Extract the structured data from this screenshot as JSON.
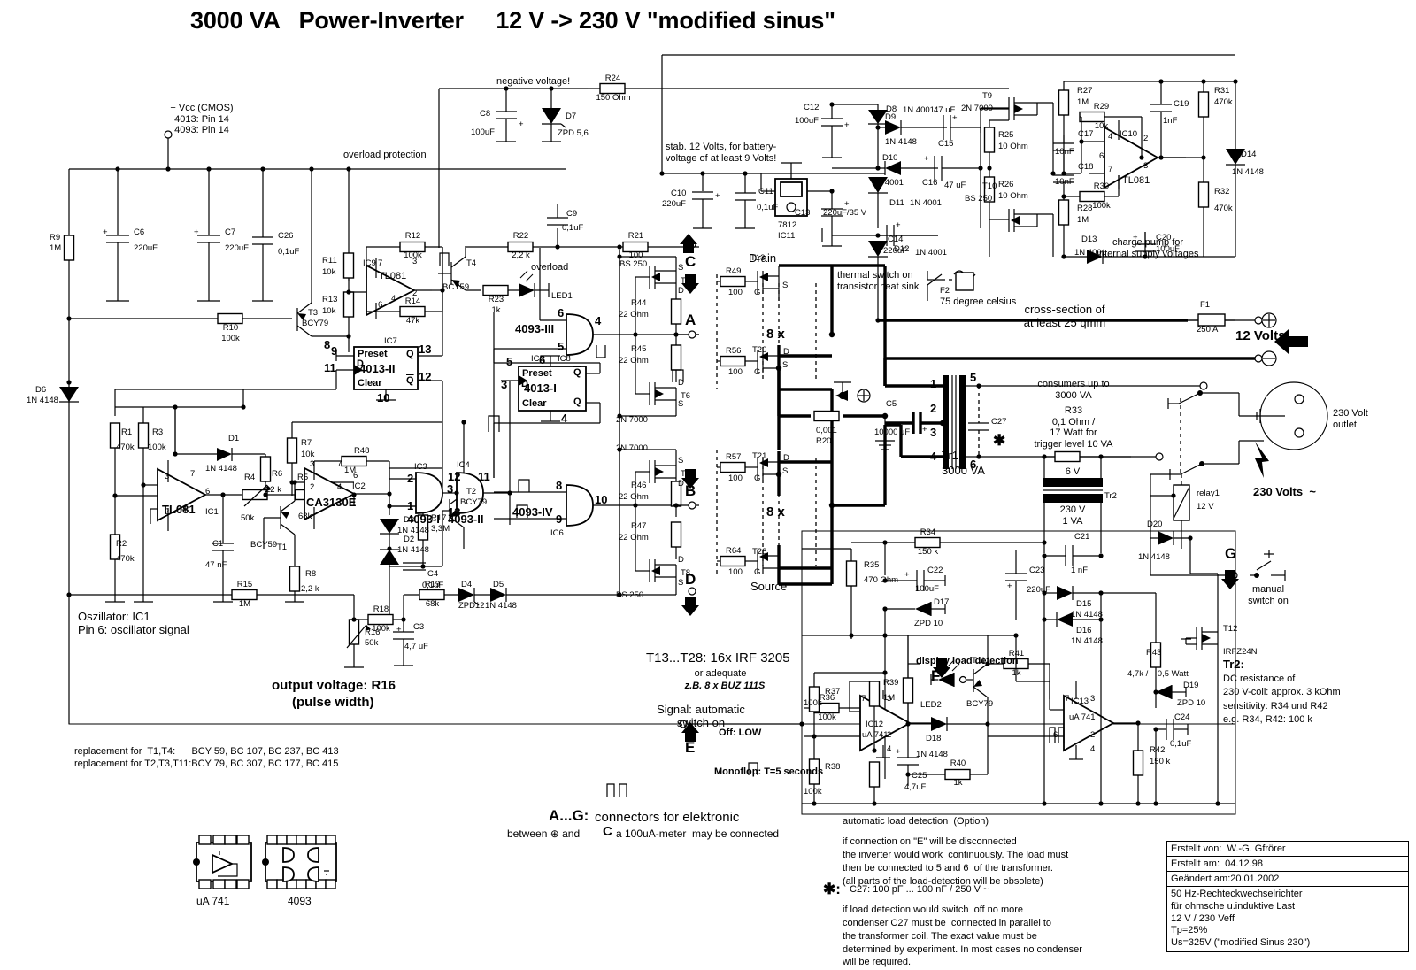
{
  "title": "3000 VA   Power-Inverter     12 V -> 230 V \"modified sinus\"",
  "annotations": {
    "vcc": "+ Vcc (CMOS)\n4013: Pin 14\n4093: Pin 14",
    "overload_protection": "overload protection",
    "negative_voltage": "negative voltage!",
    "stab12": "stab. 12 Volts, for battery-\nvoltage of at least 9 Volts!",
    "thermal_switch": "thermal switch on\ntransistor heat sink",
    "thermal_temp": "75 degree celsius",
    "charge_pump": "charge pump for\ninternal supply voltages",
    "cross_section": "cross-section of\nat least 25 qmm",
    "consumers": "consumers up to\n3000 VA",
    "r33_note": "R33\n0,1 Ohm /\n17 Watt for\ntrigger level 10 VA",
    "outlet": "230 Volt\noutlet",
    "u2": "230 Volts  ~",
    "u1": "12 Volts",
    "mosfets": "T13...T28: 16x IRF 3205",
    "mosfets_alt": "or adequate",
    "mosfets_alt2": "z.B. 8 x BUZ 111S",
    "signal_auto": "Signal: automatic\nswitch on",
    "off_low": "Off: LOW",
    "monoflop": "Monoflop: T=5 seconds",
    "oscillator": "Oszillator: IC1\nPin 6: oscillator signal",
    "output_voltage": "output voltage: R16",
    "pulse_width": "(pulse width)",
    "overload": "overload",
    "display_load": "display load detection",
    "auto_load_detection": "automatic load detection  (Option)",
    "load_note": "if connection on \"E\" will be disconnected\nthe inverter would work  continuously. The load must\nthen be connected to 5 and 6  of the transformer.\n(all parts of the load-detection will be obsolete)",
    "c27_note": "C27: 100 pF ... 100 nF / 250 V ~",
    "c27_note2": "if load detection would switch  off no more\ncondenser C27 must be  connected in parallel to\nthe transformer coil. The exact value must be\ndetermined by experiment. In most cases no condenser\nwill be required.",
    "connectors": "connectors for elektronic",
    "connectors_bold": "A...G:",
    "meter_note": "between ⊕ and",
    "meter_note2": "a 100uA-meter  may be connected",
    "repl1": "replacement for  T1,T4:      BCY 59, BC 107, BC 237, BC 413",
    "repl2": "replacement for T2,T3,T11:BCY 79, BC 307, BC 177, BC 415",
    "tr2_head": "Tr2:",
    "tr2_note": "DC resistance of\n230 V-coil: approx. 3 kOhm\nsensitivity: R34 und R42\ne.g. R34, R42: 100 k",
    "manual_switch": "manual\nswitch on",
    "drain": "Drain",
    "source": "Source",
    "eight_x": "8 x",
    "pkg_741": "uA 741",
    "pkg_4093": "4093"
  },
  "titleblock": {
    "created_by_label": "Erstellt von:",
    "created_by": "W.-G. Gfrörer",
    "created_on_label": "Erstellt am:",
    "created_on": "04.12.98",
    "changed_on_label": "Geändert am:",
    "changed_on": "20.01.2002",
    "description": "50 Hz-Rechteckwechselrichter\nfür ohmsche u.induktive Last\n12 V / 230 Veff\nTp=25%\nUs=325V (\"modified Sinus 230\")"
  },
  "components": {
    "R1": {
      "ref": "R1",
      "val": "470k"
    },
    "R2": {
      "ref": "R2",
      "val": "470k"
    },
    "R3": {
      "ref": "R3",
      "val": "100k"
    },
    "R4": {
      "ref": "R4",
      "val": "50k"
    },
    "R5": {
      "ref": "R5",
      "val": "68k"
    },
    "R6": {
      "ref": "R6",
      "val": "22 k"
    },
    "R7": {
      "ref": "R7",
      "val": "10k"
    },
    "R8": {
      "ref": "R8",
      "val": "2,2 k"
    },
    "R9": {
      "ref": "R9",
      "val": "1M"
    },
    "R10": {
      "ref": "R10",
      "val": "100k"
    },
    "R11": {
      "ref": "R11",
      "val": "10k"
    },
    "R12": {
      "ref": "R12",
      "val": "100k"
    },
    "R13": {
      "ref": "R13",
      "val": "10k"
    },
    "R14": {
      "ref": "R14",
      "val": "47k"
    },
    "R15": {
      "ref": "R15",
      "val": "1M"
    },
    "R16": {
      "ref": "R16",
      "val": "50k"
    },
    "R17": {
      "ref": "R17",
      "val": "3,3M"
    },
    "R18": {
      "ref": "R18",
      "val": "100k"
    },
    "R19": {
      "ref": "R19",
      "val": "68k"
    },
    "R20": {
      "ref": "R20",
      "val": "0,001"
    },
    "R21": {
      "ref": "R21",
      "val": "100"
    },
    "R22": {
      "ref": "R22",
      "val": "2,2 k"
    },
    "R23": {
      "ref": "R23",
      "val": "1k"
    },
    "R24": {
      "ref": "R24",
      "val": "150 Ohm"
    },
    "R25": {
      "ref": "R25",
      "val": "10 Ohm"
    },
    "R26": {
      "ref": "R26",
      "val": "10 Ohm"
    },
    "R27": {
      "ref": "R27",
      "val": "1M"
    },
    "R28": {
      "ref": "R28",
      "val": "1M"
    },
    "R29": {
      "ref": "R29",
      "val": "10k"
    },
    "R30": {
      "ref": "R30",
      "val": "100k"
    },
    "R31": {
      "ref": "R31",
      "val": "470k"
    },
    "R32": {
      "ref": "R32",
      "val": "470k"
    },
    "R34": {
      "ref": "R34",
      "val": "150 k"
    },
    "R35": {
      "ref": "R35",
      "val": "470 Ohm"
    },
    "R36": {
      "ref": "R36",
      "val": "100k"
    },
    "R37": {
      "ref": "R37",
      "val": "100k"
    },
    "R38": {
      "ref": "R38",
      "val": "100k"
    },
    "R39": {
      "ref": "R39",
      "val": "1M"
    },
    "R40": {
      "ref": "R40",
      "val": "1k"
    },
    "R41": {
      "ref": "R41",
      "val": "1k"
    },
    "R42": {
      "ref": "R42",
      "val": "150 k"
    },
    "R43": {
      "ref": "R43",
      "val": "4,7k /    0,5 Watt"
    },
    "R44": {
      "ref": "R44",
      "val": "22 Ohm"
    },
    "R45": {
      "ref": "R45",
      "val": "22 Ohm"
    },
    "R46": {
      "ref": "R46",
      "val": "22 Ohm"
    },
    "R47": {
      "ref": "R47",
      "val": "22 Ohm"
    },
    "R48": {
      "ref": "R48",
      "val": "1M"
    },
    "R49": {
      "ref": "R49",
      "val": "100"
    },
    "R56": {
      "ref": "R56",
      "val": "100"
    },
    "R57": {
      "ref": "R57",
      "val": "100"
    },
    "R64": {
      "ref": "R64",
      "val": "100"
    },
    "C1": {
      "ref": "C1",
      "val": "47 nF"
    },
    "C3": {
      "ref": "C3",
      "val": "4,7 uF"
    },
    "C4": {
      "ref": "C4",
      "val": "0,1uF"
    },
    "C5": {
      "ref": "C5",
      "val": "10000 uF"
    },
    "C6": {
      "ref": "C6",
      "val": "220uF"
    },
    "C7": {
      "ref": "C7",
      "val": "220uF"
    },
    "C8": {
      "ref": "C8",
      "val": "100uF"
    },
    "C9": {
      "ref": "C9",
      "val": "0,1uF"
    },
    "C10": {
      "ref": "C10",
      "val": "220uF"
    },
    "C11": {
      "ref": "C11",
      "val": "0,1uF"
    },
    "C12": {
      "ref": "C12",
      "val": "100uF"
    },
    "C13": {
      "ref": "C13",
      "val": "220uF/35 V"
    },
    "C14": {
      "ref": "C14",
      "val": "220uF"
    },
    "C15": {
      "ref": "C15",
      "val": "47 uF"
    },
    "C16": {
      "ref": "C16",
      "val": "47 uF"
    },
    "C17": {
      "ref": "C17",
      "val": "10nF"
    },
    "C18": {
      "ref": "C18",
      "val": "10nF"
    },
    "C19": {
      "ref": "C19",
      "val": "1nF"
    },
    "C20": {
      "ref": "C20",
      "val": "100uF"
    },
    "C21": {
      "ref": "C21",
      "val": "1 nF"
    },
    "C22": {
      "ref": "C22",
      "val": "100uF"
    },
    "C23": {
      "ref": "C23",
      "val": "220uF"
    },
    "C24": {
      "ref": "C24",
      "val": "0,1uF"
    },
    "C25": {
      "ref": "C25",
      "val": "4,7uF"
    },
    "C26": {
      "ref": "C26",
      "val": "0,1uF"
    },
    "C27": {
      "ref": "C27",
      "val": ""
    },
    "D1": {
      "ref": "D1",
      "val": "1N 4148"
    },
    "D2": {
      "ref": "D2",
      "val": "1N 4148"
    },
    "D3": {
      "ref": "D3",
      "val": "1N 4148"
    },
    "D4": {
      "ref": "D4",
      "val": "ZPD12"
    },
    "D5": {
      "ref": "D5",
      "val": "1N 4148"
    },
    "D6": {
      "ref": "D6",
      "val": "1N 4148"
    },
    "D7": {
      "ref": "D7",
      "val": "ZPD 5,6"
    },
    "D8": {
      "ref": "D8",
      "val": "1N 4001"
    },
    "D9": {
      "ref": "D9",
      "val": "1N 4148"
    },
    "D10": {
      "ref": "D10",
      "val": "1N 4001"
    },
    "D11": {
      "ref": "D11",
      "val": "1N 4001"
    },
    "D12": {
      "ref": "D12",
      "val": "1N 4001"
    },
    "D13": {
      "ref": "D13",
      "val": "1N 4001"
    },
    "D14": {
      "ref": "D14",
      "val": "1N 4148"
    },
    "D15": {
      "ref": "D15",
      "val": "1N 4148"
    },
    "D16": {
      "ref": "D16",
      "val": "1N 4148"
    },
    "D17": {
      "ref": "D17",
      "val": "ZPD 10"
    },
    "D18": {
      "ref": "D18",
      "val": "1N 4148"
    },
    "D19": {
      "ref": "D19",
      "val": "ZPD 10"
    },
    "D20": {
      "ref": "D20",
      "val": "1N 4148"
    },
    "LED1": {
      "ref": "LED1",
      "val": ""
    },
    "LED2": {
      "ref": "LED2",
      "val": ""
    },
    "T1": {
      "ref": "T1",
      "val": "BCY59"
    },
    "T2": {
      "ref": "T2",
      "val": "BCY79"
    },
    "T3": {
      "ref": "T3",
      "val": "BCY79"
    },
    "T4": {
      "ref": "T4",
      "val": "BCY59"
    },
    "T5": {
      "ref": "T5",
      "val": "BS 250"
    },
    "T6": {
      "ref": "T6",
      "val": "2N 7000"
    },
    "T7": {
      "ref": "T7",
      "val": "2N 7000"
    },
    "T8": {
      "ref": "T8",
      "val": "BS 250"
    },
    "T9": {
      "ref": "T9",
      "val": "2N 7000"
    },
    "T10": {
      "ref": "T10",
      "val": "BS 250"
    },
    "T11": {
      "ref": "T11",
      "val": "BCY79"
    },
    "T12": {
      "ref": "T12",
      "val": "IRFZ24N"
    },
    "T13": {
      "ref": "T13",
      "val": ""
    },
    "T20": {
      "ref": "T20",
      "val": ""
    },
    "T21": {
      "ref": "T21",
      "val": ""
    },
    "T28": {
      "ref": "T28",
      "val": ""
    },
    "IC1": {
      "ref": "IC1",
      "val": "TL081"
    },
    "IC2": {
      "ref": "IC2",
      "val": "CA3130E"
    },
    "IC3": {
      "ref": "IC3",
      "val": "4093-I"
    },
    "IC4": {
      "ref": "IC4",
      "val": "4093-II"
    },
    "IC5": {
      "ref": "IC5",
      "val": "4093-III"
    },
    "IC6": {
      "ref": "IC6",
      "val": "4093-IV"
    },
    "IC7": {
      "ref": "IC7",
      "val": "4013-II"
    },
    "IC8": {
      "ref": "IC8",
      "val": "4013-I"
    },
    "IC9": {
      "ref": "IC9",
      "val": "TL081"
    },
    "IC10": {
      "ref": "IC10",
      "val": "TL081"
    },
    "IC11": {
      "ref": "IC11",
      "val": "7812"
    },
    "IC12": {
      "ref": "IC12",
      "val": "uA 741"
    },
    "IC13": {
      "ref": "IC13",
      "val": "uA 741"
    },
    "F1": {
      "ref": "F1",
      "val": "250 A"
    },
    "F2": {
      "ref": "F2",
      "val": ""
    },
    "Tr1": {
      "ref": "Tr1",
      "val": "3000 VA"
    },
    "Tr2": {
      "ref": "Tr2",
      "val": "6 V"
    },
    "Tr2b": {
      "ref": "",
      "val": "230 V\n1 VA"
    },
    "relay1": {
      "ref": "relay1",
      "val": "12 V"
    }
  },
  "connectors": [
    "A",
    "B",
    "C",
    "D",
    "E",
    "F",
    "G"
  ],
  "pins": {
    "ff_preset": "Preset",
    "ff_clear": "Clear",
    "ff_q": "Q",
    "ff_qn": "Q",
    "ff_d": "D"
  },
  "transformer_taps": [
    "1",
    "2",
    "3",
    "4",
    "5",
    "6"
  ]
}
